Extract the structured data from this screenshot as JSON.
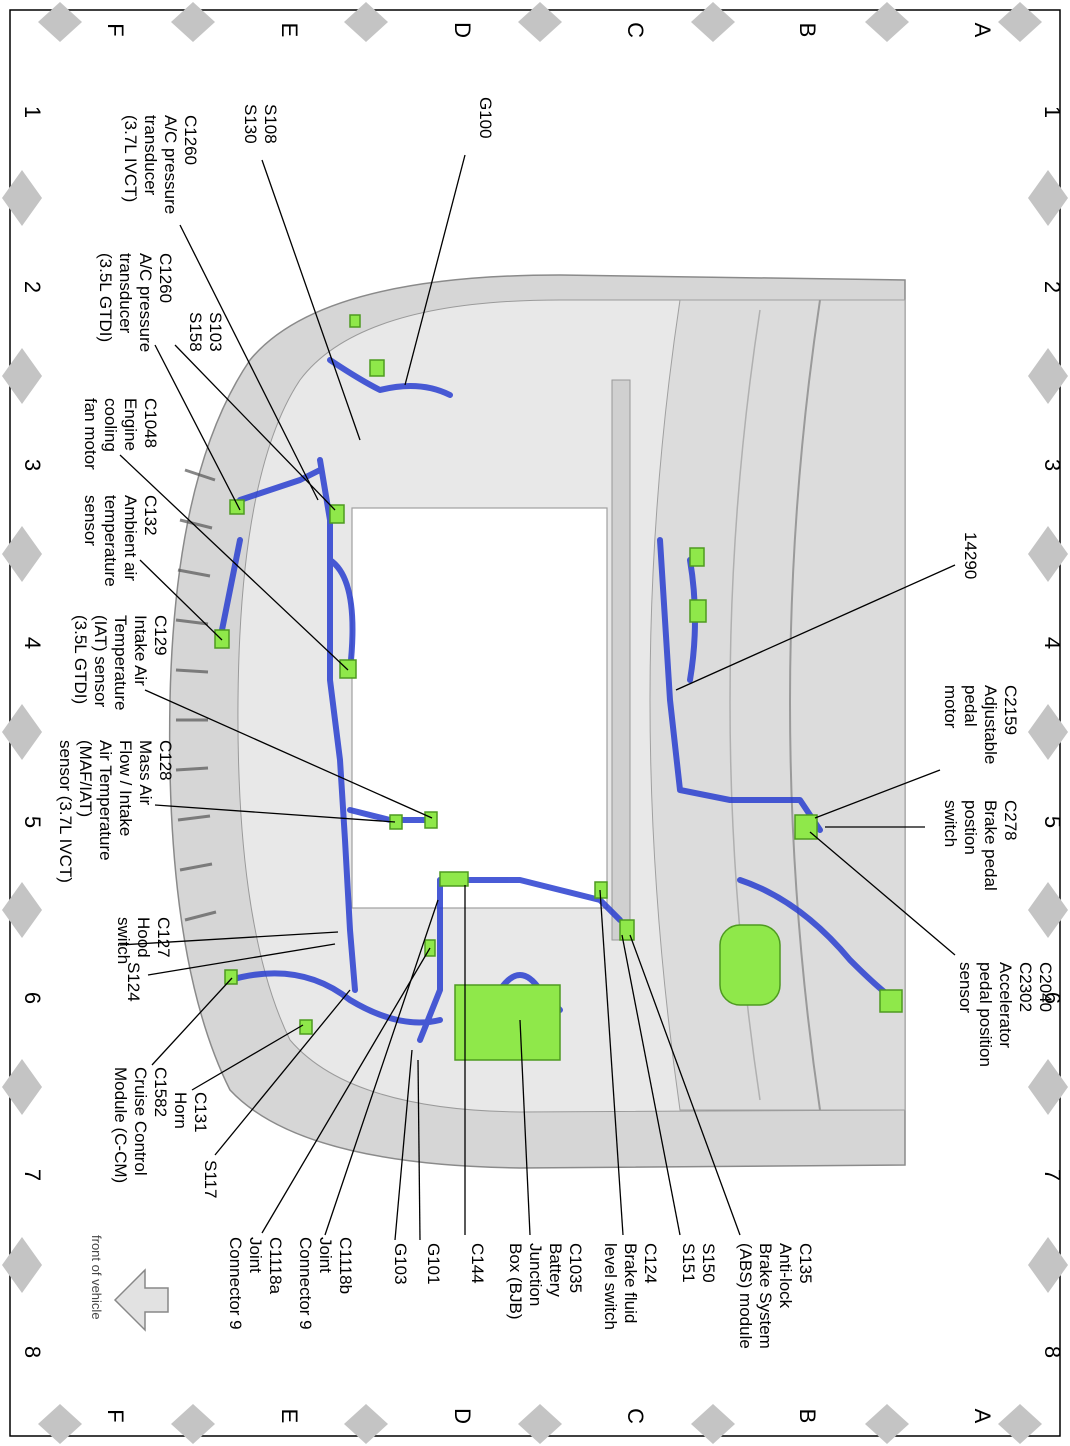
{
  "grid": {
    "rows": [
      "A",
      "B",
      "C",
      "D",
      "E",
      "F"
    ],
    "cols": [
      "1",
      "2",
      "3",
      "4",
      "5",
      "6",
      "7",
      "8"
    ]
  },
  "front_of_vehicle": "front of vehicle",
  "callouts": {
    "g100": [
      "G100"
    ],
    "s108": [
      "S108",
      "S130"
    ],
    "c1260a": [
      "C1260",
      "A/C pressure",
      "transducer",
      "(3.7L IVCT)"
    ],
    "c1260b": [
      "C1260",
      "A/C pressure",
      "transducer",
      "(3.5L GTDI)"
    ],
    "s103": [
      "S103",
      "S158"
    ],
    "c1048": [
      "C1048",
      "Engine",
      "cooling",
      "fan motor"
    ],
    "c132": [
      "C132",
      "Ambient air",
      "temperature",
      "sensor"
    ],
    "c129": [
      "C129",
      "Intake Air",
      "Temperature",
      "(IAT) sensor",
      "(3.5L GTDI)"
    ],
    "c128": [
      "C128",
      "Mass Air",
      "Flow / Intake",
      "Air Temperature",
      "(MAF/IAT)",
      "sensor (3.7L IVCT)"
    ],
    "c127": [
      "C127",
      "Hood",
      "switch"
    ],
    "s124": [
      "S124"
    ],
    "c1582": [
      "C1582",
      "Cruise Control",
      "Module (C-CM)"
    ],
    "c131": [
      "C131",
      "Horn"
    ],
    "s117": [
      "S117"
    ],
    "c1118a": [
      "C1118a",
      "Joint",
      "Connector 9"
    ],
    "c1118b": [
      "C1118b",
      "Joint",
      "Connector 9"
    ],
    "g103": [
      "G103"
    ],
    "g101": [
      "G101"
    ],
    "c144": [
      "C144"
    ],
    "c1035": [
      "C1035",
      "Battery",
      "Junction",
      "Box (BJB)"
    ],
    "c124": [
      "C124",
      "Brake fluid",
      "level switch"
    ],
    "s150": [
      "S150",
      "S151"
    ],
    "c135": [
      "C135",
      "Anti-lock",
      "Brake System",
      "(ABS) module"
    ],
    "n14290": [
      "14290"
    ],
    "c2159": [
      "C2159",
      "Adjustable",
      "pedal",
      "motor"
    ],
    "c278": [
      "C278",
      "Brake pedal",
      "postion",
      "switch"
    ],
    "c2040": [
      "C2040",
      "C2302",
      "Accelerator",
      "pedal position",
      "sensor"
    ]
  },
  "colors": {
    "harness": "#2a3fd0",
    "connector": "#8fe84a",
    "frame": "#bcbcbc",
    "marker": "#c4c4c4"
  },
  "icons": [
    "arrow-left-icon"
  ]
}
